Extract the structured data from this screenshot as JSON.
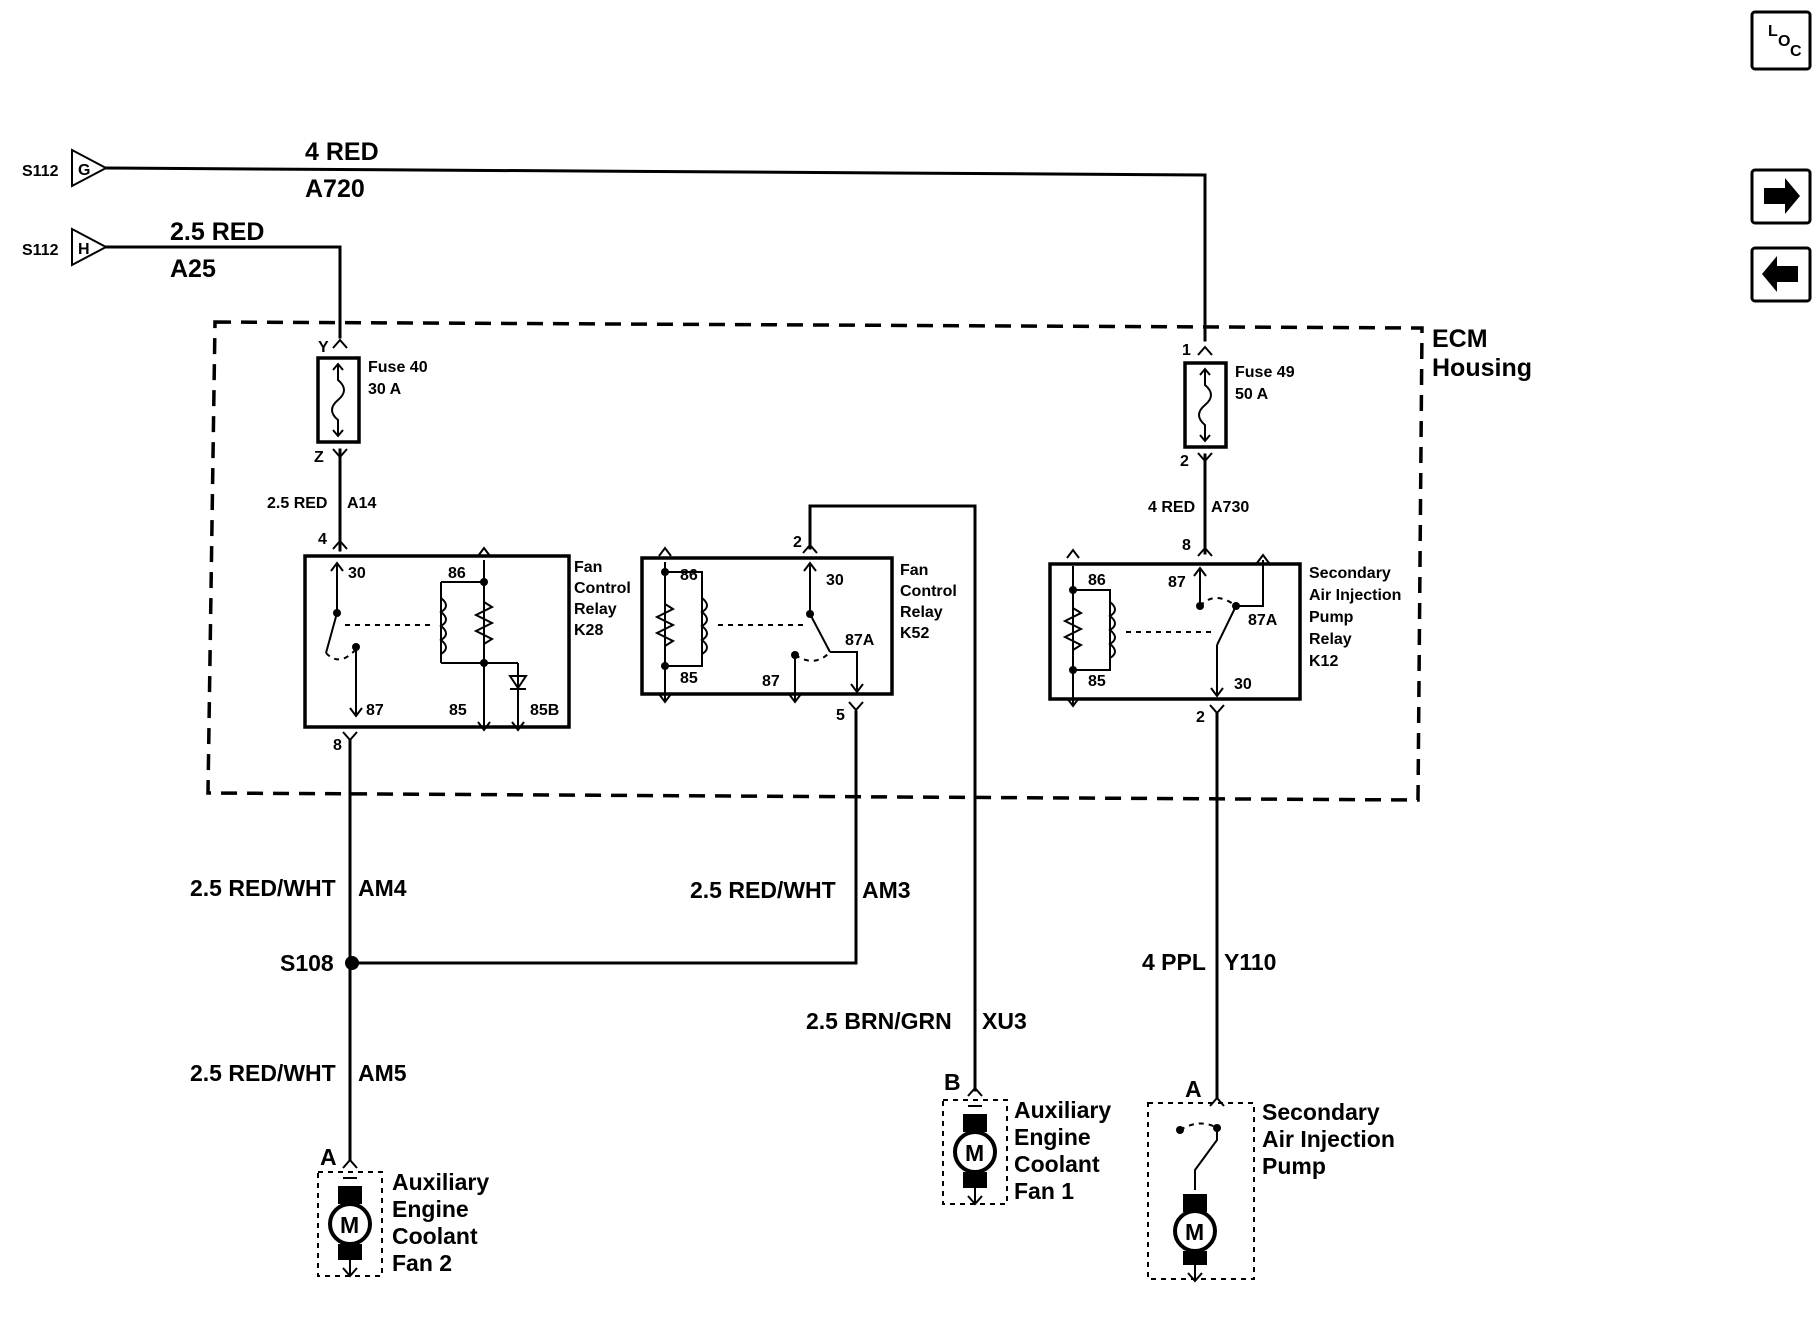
{
  "nav": {
    "loc_label": "LOC",
    "loc_parts": [
      "L",
      "O",
      "C"
    ],
    "next_icon": "arrow-right-icon",
    "prev_icon": "arrow-left-icon"
  },
  "connectors": {
    "s112_g": {
      "id": "S112",
      "pin": "G"
    },
    "s112_h": {
      "id": "S112",
      "pin": "H"
    }
  },
  "wires": {
    "a720": {
      "gauge_color": "4 RED",
      "circuit": "A720"
    },
    "a25": {
      "gauge_color": "2.5 RED",
      "circuit": "A25"
    },
    "a14": {
      "gauge_color": "2.5 RED",
      "circuit": "A14"
    },
    "a730": {
      "gauge_color": "4 RED",
      "circuit": "A730"
    },
    "am4": {
      "gauge_color": "2.5 RED/WHT",
      "circuit": "AM4"
    },
    "am3": {
      "gauge_color": "2.5 RED/WHT",
      "circuit": "AM3"
    },
    "am5": {
      "gauge_color": "2.5 RED/WHT",
      "circuit": "AM5"
    },
    "xu3": {
      "gauge_color": "2.5 BRN/GRN",
      "circuit": "XU3"
    },
    "y110": {
      "gauge_color": "4 PPL",
      "circuit": "Y110"
    }
  },
  "housing": {
    "label_line1": "ECM",
    "label_line2": "Housing"
  },
  "fuses": {
    "fuse40": {
      "name": "Fuse 40",
      "rating": "30 A",
      "pin_in": "Y",
      "pin_out": "Z"
    },
    "fuse49": {
      "name": "Fuse 49",
      "rating": "50 A",
      "pin_in": "1",
      "pin_out": "2"
    }
  },
  "relays": {
    "k28": {
      "label_lines": [
        "Fan",
        "Control",
        "Relay",
        "K28"
      ],
      "terminals": {
        "t30": "30",
        "t86": "86",
        "t87": "87",
        "t85": "85",
        "t85b": "85B"
      },
      "pins": {
        "in": "4",
        "out": "8"
      }
    },
    "k52": {
      "label_lines": [
        "Fan",
        "Control",
        "Relay",
        "K52"
      ],
      "terminals": {
        "t86": "86",
        "t85": "85",
        "t30": "30",
        "t87a": "87A",
        "t87": "87"
      },
      "pins": {
        "in": "2",
        "out": "5"
      }
    },
    "k12": {
      "label_lines": [
        "Secondary",
        "Air Injection",
        "Pump",
        "Relay",
        "K12"
      ],
      "terminals": {
        "t86": "86",
        "t85": "85",
        "t87": "87",
        "t87a": "87A",
        "t30": "30"
      },
      "pins": {
        "in": "8",
        "out": "2"
      }
    }
  },
  "splice": {
    "id": "S108"
  },
  "loads": {
    "fan2": {
      "label_lines": [
        "Auxiliary",
        "Engine",
        "Coolant",
        "Fan 2"
      ],
      "pin": "A",
      "motor": "M"
    },
    "fan1": {
      "label_lines": [
        "Auxiliary",
        "Engine",
        "Coolant",
        "Fan 1"
      ],
      "pin": "B",
      "motor": "M"
    },
    "pump": {
      "label_lines": [
        "Secondary",
        "Air Injection",
        "Pump"
      ],
      "pin": "A",
      "motor": "M"
    }
  }
}
